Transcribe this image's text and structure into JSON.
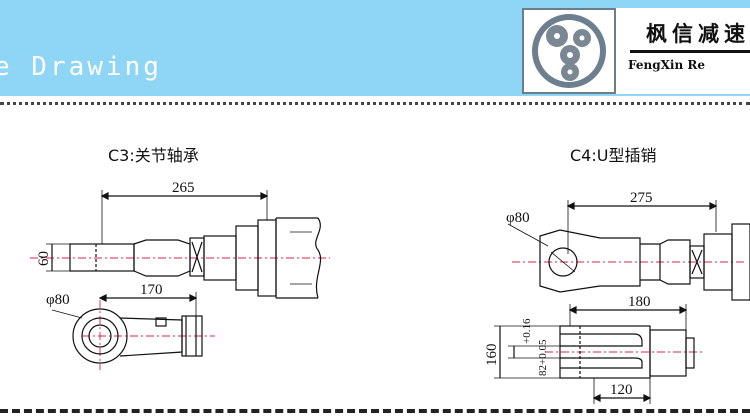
{
  "header": {
    "title": "e Drawing",
    "company_cn": "枫信减速",
    "company_en": "FengXin Re"
  },
  "c3": {
    "title": "C3:关节轴承",
    "dim_length": "265",
    "dim_width": "60",
    "dim_diameter": "φ80",
    "dim_eye_length": "170"
  },
  "c4": {
    "title": "C4:U型插销",
    "dim_length": "275",
    "dim_diameter": "φ80",
    "dim_clevis_length": "180",
    "dim_height": "160",
    "dim_slot": "82+0.05",
    "dim_tol": "+0.16",
    "dim_base": "120"
  },
  "icons": {
    "logo": "gear-logo-icon"
  }
}
